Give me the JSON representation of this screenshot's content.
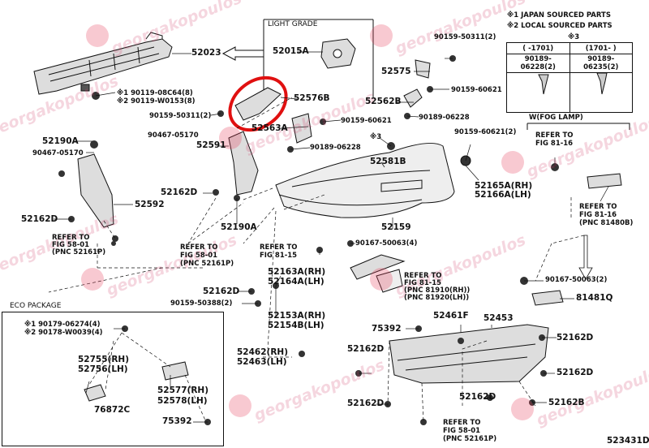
{
  "diagram_id": "523431D",
  "section_titles": {
    "light_grade": "LIGHT GRADE",
    "fog_lamp": "W(FOG LAMP)",
    "eco_package": "ECO PACKAGE"
  },
  "legend": {
    "note1": "※1  JAPAN SOURCED PARTS",
    "note2": "※2  LOCAL SOURCED PARTS",
    "note3": "※3"
  },
  "clip_table": {
    "headers": [
      "(      -1701)",
      "(1701-      )"
    ],
    "values": [
      "90189-06228(2)",
      "90189-06235(2)"
    ]
  },
  "labels": [
    "52023",
    "52015A",
    "90159-50311(2)",
    "52575",
    "※1 90119-08C64(8)",
    "※2 90119-W0153(8)",
    "52576B",
    "90159-60621",
    "52562B",
    "90159-50311(2)",
    "52563A",
    "90159-60621",
    "90189-06228",
    "52190A",
    "90467-05170",
    "52591",
    "90189-06228",
    "90159-60621(2)",
    "※3",
    "52581B",
    "90467-05170",
    "52162D",
    "52592",
    "52165A(RH)",
    "52166A(LH)",
    "52162D",
    "52190A",
    "52159",
    "REFER TO",
    "FIG 58-01",
    "(PNC 52161P)",
    "REFER TO",
    "FIG 58-01",
    "(PNC 52161P)",
    "REFER TO",
    "FIG 81-15",
    "90167-50063(4)",
    "52163A(RH)",
    "52164A(LH)",
    "REFER TO",
    "FIG 81-15",
    "(PNC 81910(RH))",
    "(PNC 81920(LH))",
    "52162D",
    "90159-50388(2)",
    "52153A(RH)",
    "52154B(LH)",
    "REFER TO",
    "FIG 81-16",
    "REFER TO",
    "FIG 81-16",
    "(PNC 81480B)",
    "90167-50063(2)",
    "81481Q",
    "52461F",
    "52453",
    "75392",
    "52162D",
    "52462(RH)",
    "52463(LH)",
    "52162D",
    "52162D",
    "52162D",
    "52162D",
    "52162B",
    "REFER TO",
    "FIG 58-01",
    "(PNC 52161P)",
    "※1 90179-06274(4)",
    "※2 90178-W0039(4)",
    "52755(RH)",
    "52756(LH)",
    "52577(RH)",
    "52578(LH)",
    "76872C",
    "75392"
  ],
  "watermark": "georgakopoulos"
}
